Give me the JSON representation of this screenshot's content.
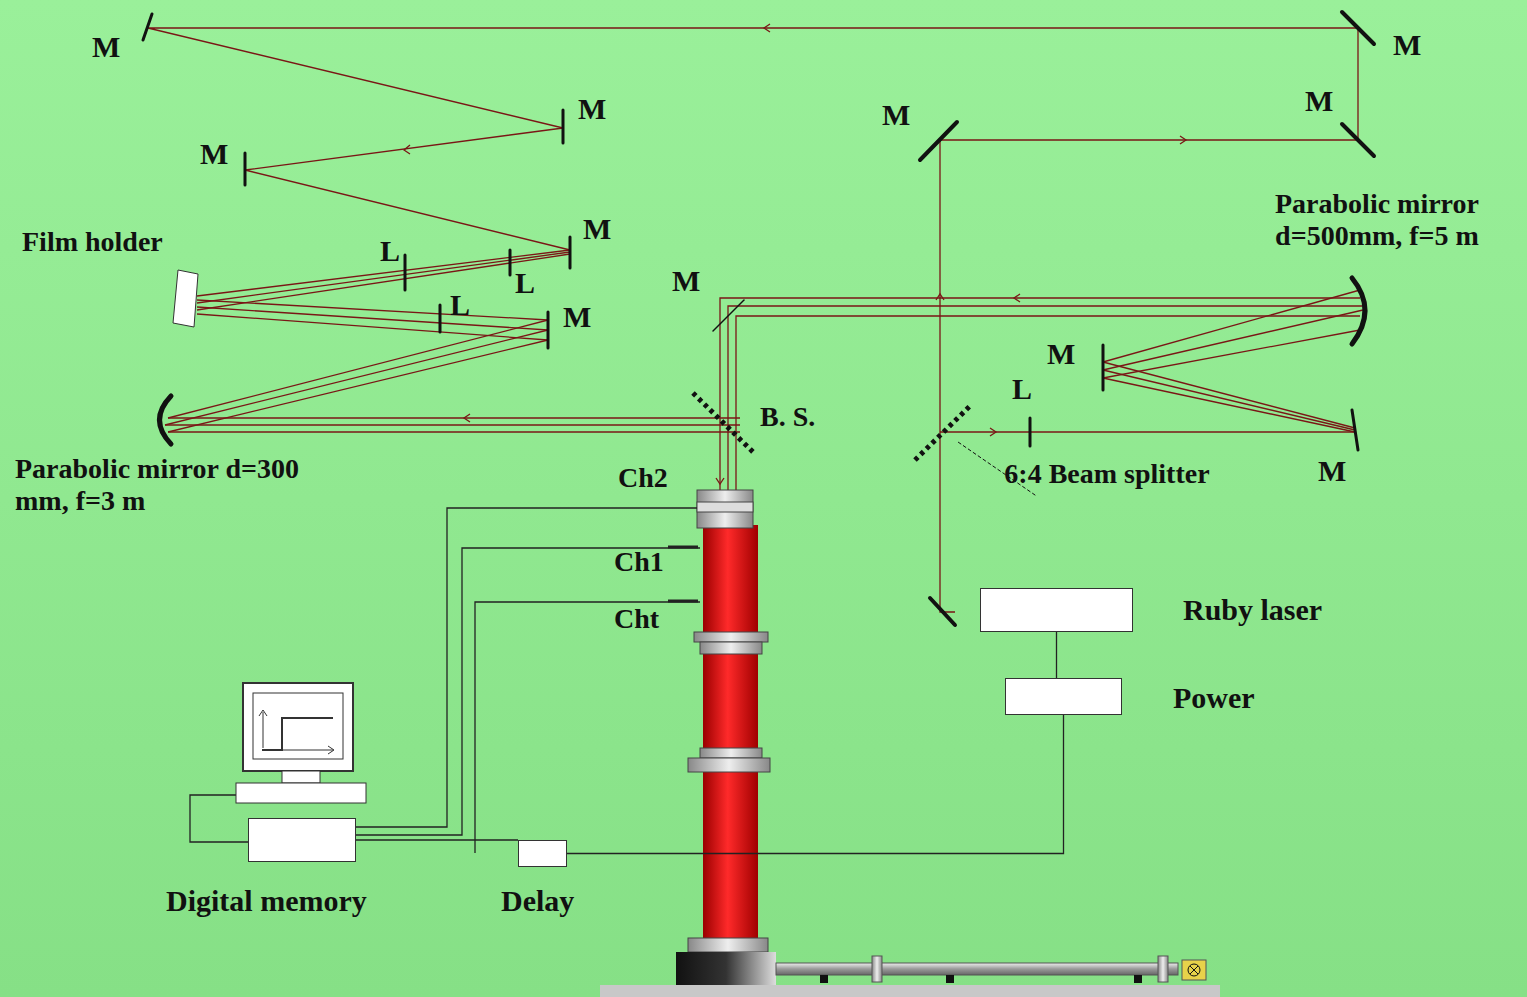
{
  "diagram": {
    "nodes": [
      {
        "text": [
          "Ruby laser"
        ]
      },
      {
        "text": [
          "Power"
        ]
      },
      {
        "text": [
          "Digital memory"
        ]
      },
      {
        "text": [
          "Delay"
        ]
      }
    ],
    "edges": [
      {
        "from": 0,
        "to": 1,
        "arrow": "none"
      },
      {
        "from": 1,
        "to": 3,
        "arrow": "none"
      },
      {
        "from": 3,
        "to": 2,
        "arrow": "none"
      }
    ],
    "labels": [
      "M",
      "M",
      "M",
      "M",
      "M",
      "M",
      "M",
      "M",
      "M",
      "M",
      "M",
      "L",
      "L",
      "L",
      "L",
      "Film holder",
      "Parabolic mirror d=500mm, f=5 m",
      "Parabolic mirror d=300 mm, f=3 m",
      "B. S.",
      "6:4 Beam splitter",
      "Ch2",
      "Ch1",
      "Cht"
    ]
  }
}
